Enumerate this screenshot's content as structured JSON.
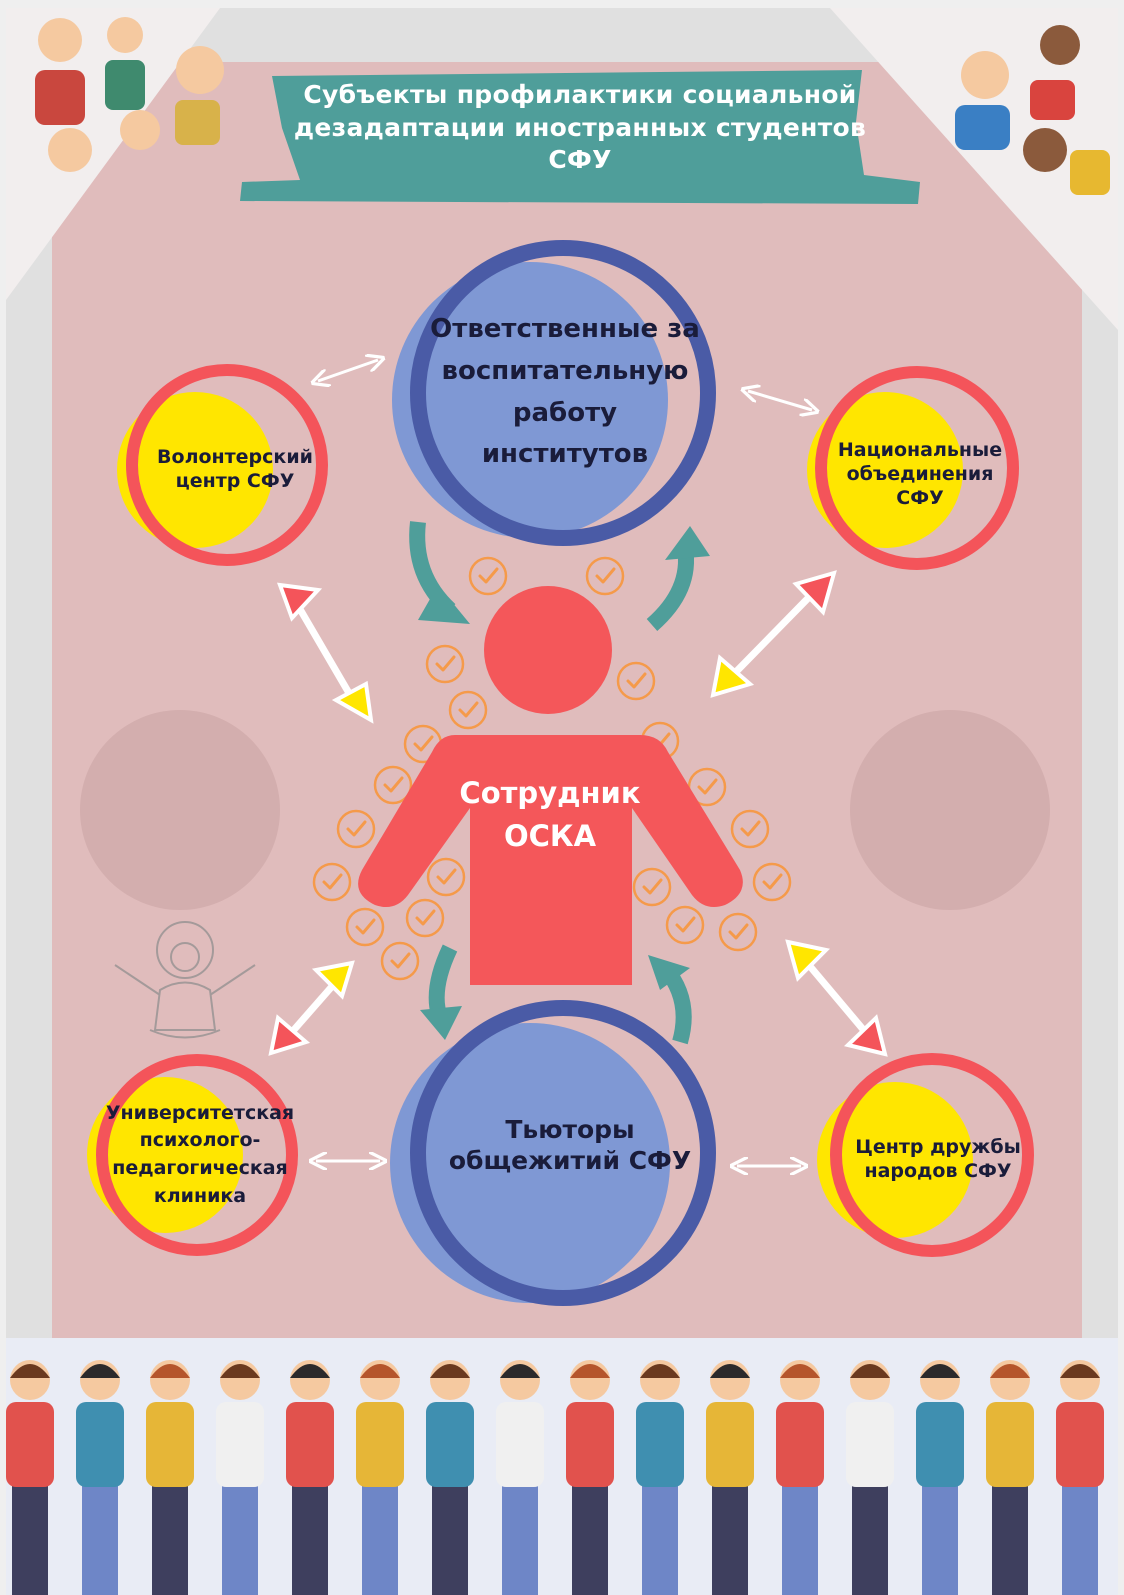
{
  "title": "Субъекты профилактики социальной дезадаптации иностранных студентов СФУ",
  "center": "Сотрудник ОСКА",
  "top_circle": "Ответственные за воспитательную работу институтов",
  "bottom_circle": "Тьюторы общежитий СФУ",
  "left_top": "Волонтерский центр СФУ",
  "right_top": "Национальные объединения СФУ",
  "left_bottom": "Университетская психолого-педагогическая клиника",
  "right_bottom": "Центр дружбы народов СФУ",
  "colors": {
    "background_panel": "#e0bcbc",
    "banner": "#4f9e9a",
    "blue_circle": "#7f98d4",
    "blue_ring": "#4a5ba6",
    "yellow_circle": "#ffe600",
    "red_ring": "#f4545a",
    "person": "#f4575a",
    "check_badge": "#f59a4a",
    "curved_arrow": "#4f9e9a"
  }
}
